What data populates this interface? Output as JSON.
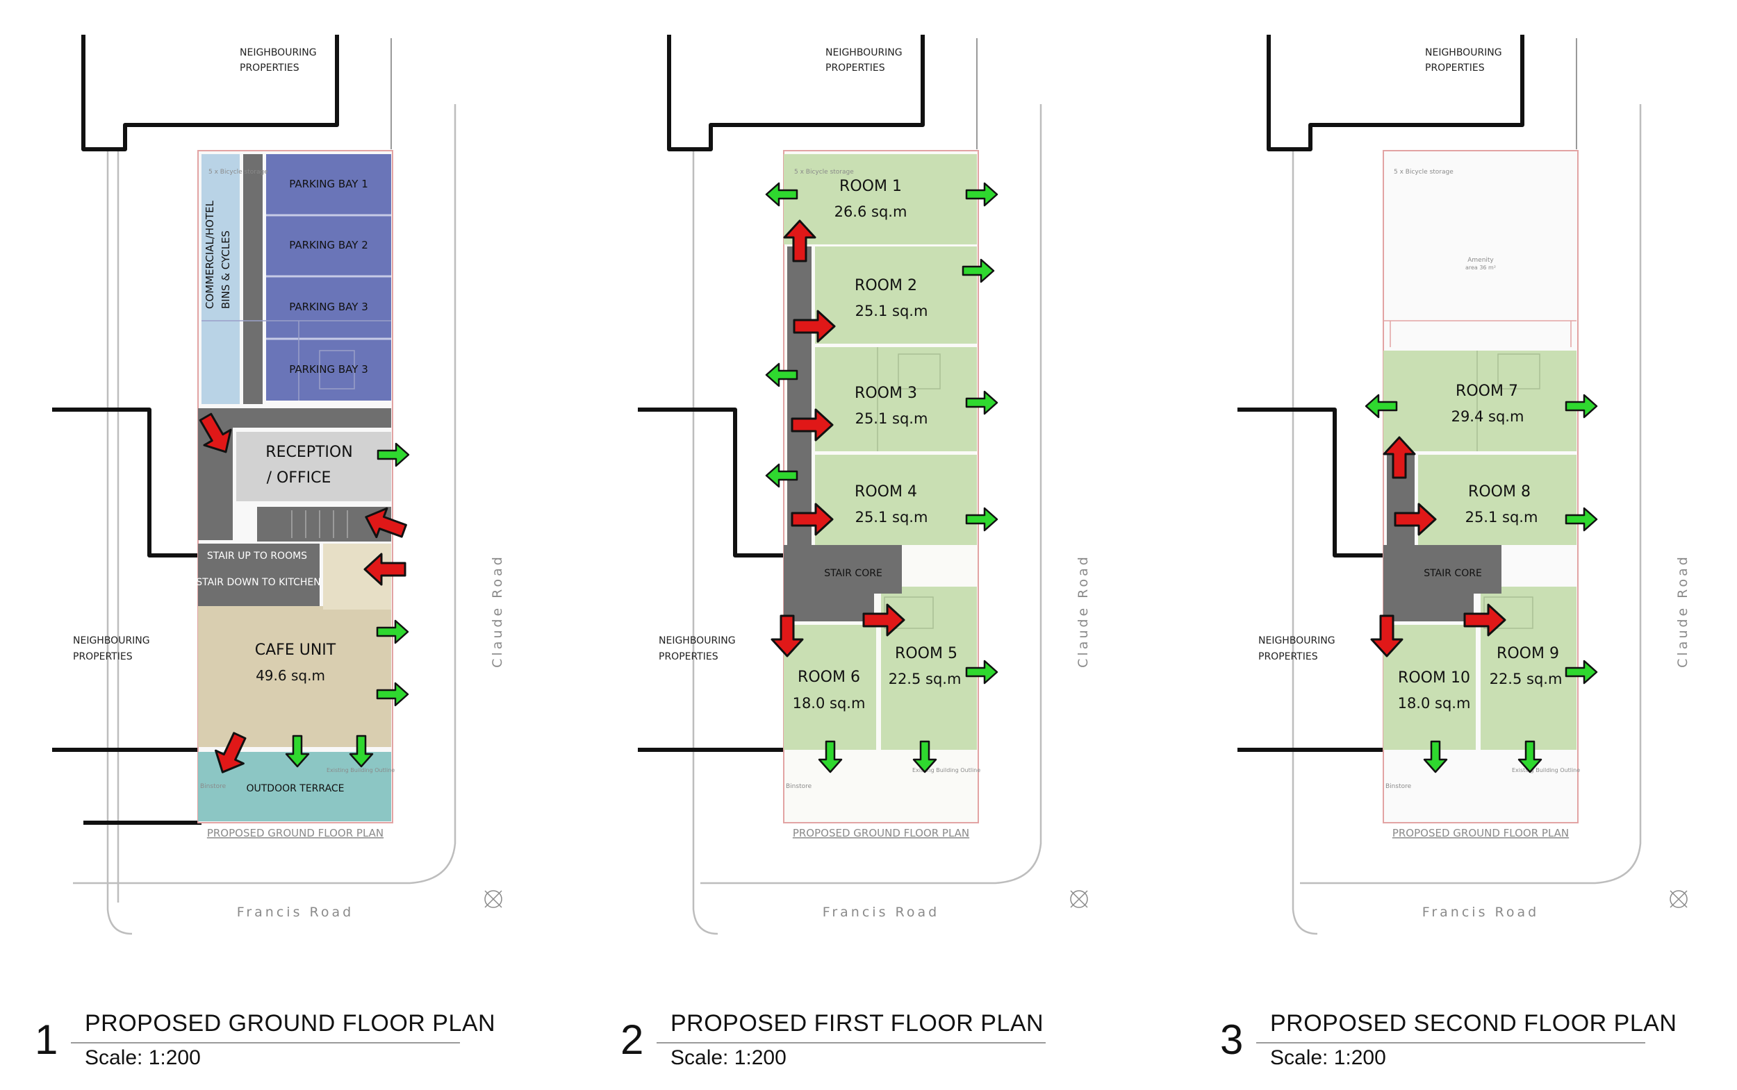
{
  "plans": [
    {
      "number": "1",
      "title": "PROPOSED GROUND FLOOR PLAN",
      "scale": "Scale: 1:200",
      "neighbour_top": [
        "NEIGHBOURING",
        "PROPERTIES"
      ],
      "neighbour_left": [
        "NEIGHBOURING",
        "PROPERTIES"
      ],
      "street_bottom": "Francis Road",
      "street_right": "Claude Road",
      "plan_caption": "PROPOSED GROUND FLOOR PLAN",
      "bicycle_label": "5 x Bicycle storage",
      "bins_label_1": "COMMERCIAL/HOTEL",
      "bins_label_2": "BINS & CYCLES",
      "parking": [
        "PARKING BAY 1",
        "PARKING BAY 2",
        "PARKING BAY 3",
        "PARKING BAY 3"
      ],
      "reception": [
        "RECEPTION",
        "/ OFFICE"
      ],
      "stair_up": "STAIR UP TO ROOMS",
      "stair_down": "STAIR DOWN TO KITCHEN",
      "cafe": [
        "CAFE UNIT",
        "49.6 sq.m"
      ],
      "terrace": "OUTDOOR TERRACE",
      "existing_outline": "Existing Building Outline",
      "binstore": "Binstore"
    },
    {
      "number": "2",
      "title": "PROPOSED FIRST FLOOR PLAN",
      "scale": "Scale: 1:200",
      "neighbour_top": [
        "NEIGHBOURING",
        "PROPERTIES"
      ],
      "neighbour_left": [
        "NEIGHBOURING",
        "PROPERTIES"
      ],
      "street_bottom": "Francis Road",
      "street_right": "Claude Road",
      "plan_caption": "PROPOSED GROUND FLOOR PLAN",
      "bicycle_label": "5 x Bicycle storage",
      "stair_core": "STAIR CORE",
      "rooms": [
        {
          "name": "ROOM 1",
          "area": "26.6 sq.m"
        },
        {
          "name": "ROOM 2",
          "area": "25.1 sq.m"
        },
        {
          "name": "ROOM 3",
          "area": "25.1 sq.m"
        },
        {
          "name": "ROOM 4",
          "area": "25.1 sq.m"
        },
        {
          "name": "ROOM 5",
          "area": "22.5 sq.m"
        },
        {
          "name": "ROOM 6",
          "area": "18.0 sq.m"
        }
      ],
      "existing_outline": "Existing Building Outline",
      "binstore": "Binstore"
    },
    {
      "number": "3",
      "title": "PROPOSED SECOND FLOOR PLAN",
      "scale": "Scale: 1:200",
      "neighbour_top": [
        "NEIGHBOURING",
        "PROPERTIES"
      ],
      "neighbour_left": [
        "NEIGHBOURING",
        "PROPERTIES"
      ],
      "street_bottom": "Francis Road",
      "street_right": "Claude Road",
      "plan_caption": "PROPOSED GROUND FLOOR PLAN",
      "bicycle_label": "5 x Bicycle storage",
      "amenity": [
        "Amenity",
        "area 36 m²"
      ],
      "stair_core": "STAIR CORE",
      "rooms": [
        {
          "name": "ROOM 7",
          "area": "29.4 sq.m"
        },
        {
          "name": "ROOM 8",
          "area": "25.1 sq.m"
        },
        {
          "name": "ROOM 9",
          "area": "22.5 sq.m"
        },
        {
          "name": "ROOM 10",
          "area": "18.0 sq.m"
        }
      ],
      "existing_outline": "Existing Building Outline",
      "binstore": "Binstore"
    }
  ],
  "colors": {
    "parking_blue": "#6a75b8",
    "bins_lightblue": "#b9d3e6",
    "reception_grey": "#d2d2d2",
    "circulation_grey": "#6f6f6f",
    "cafe_beige": "#d9ceb0",
    "terrace_teal": "#8cc6c4",
    "room_green": "#c9dfb3",
    "arrow_red": "#e01818",
    "arrow_green": "#2fd82f"
  }
}
